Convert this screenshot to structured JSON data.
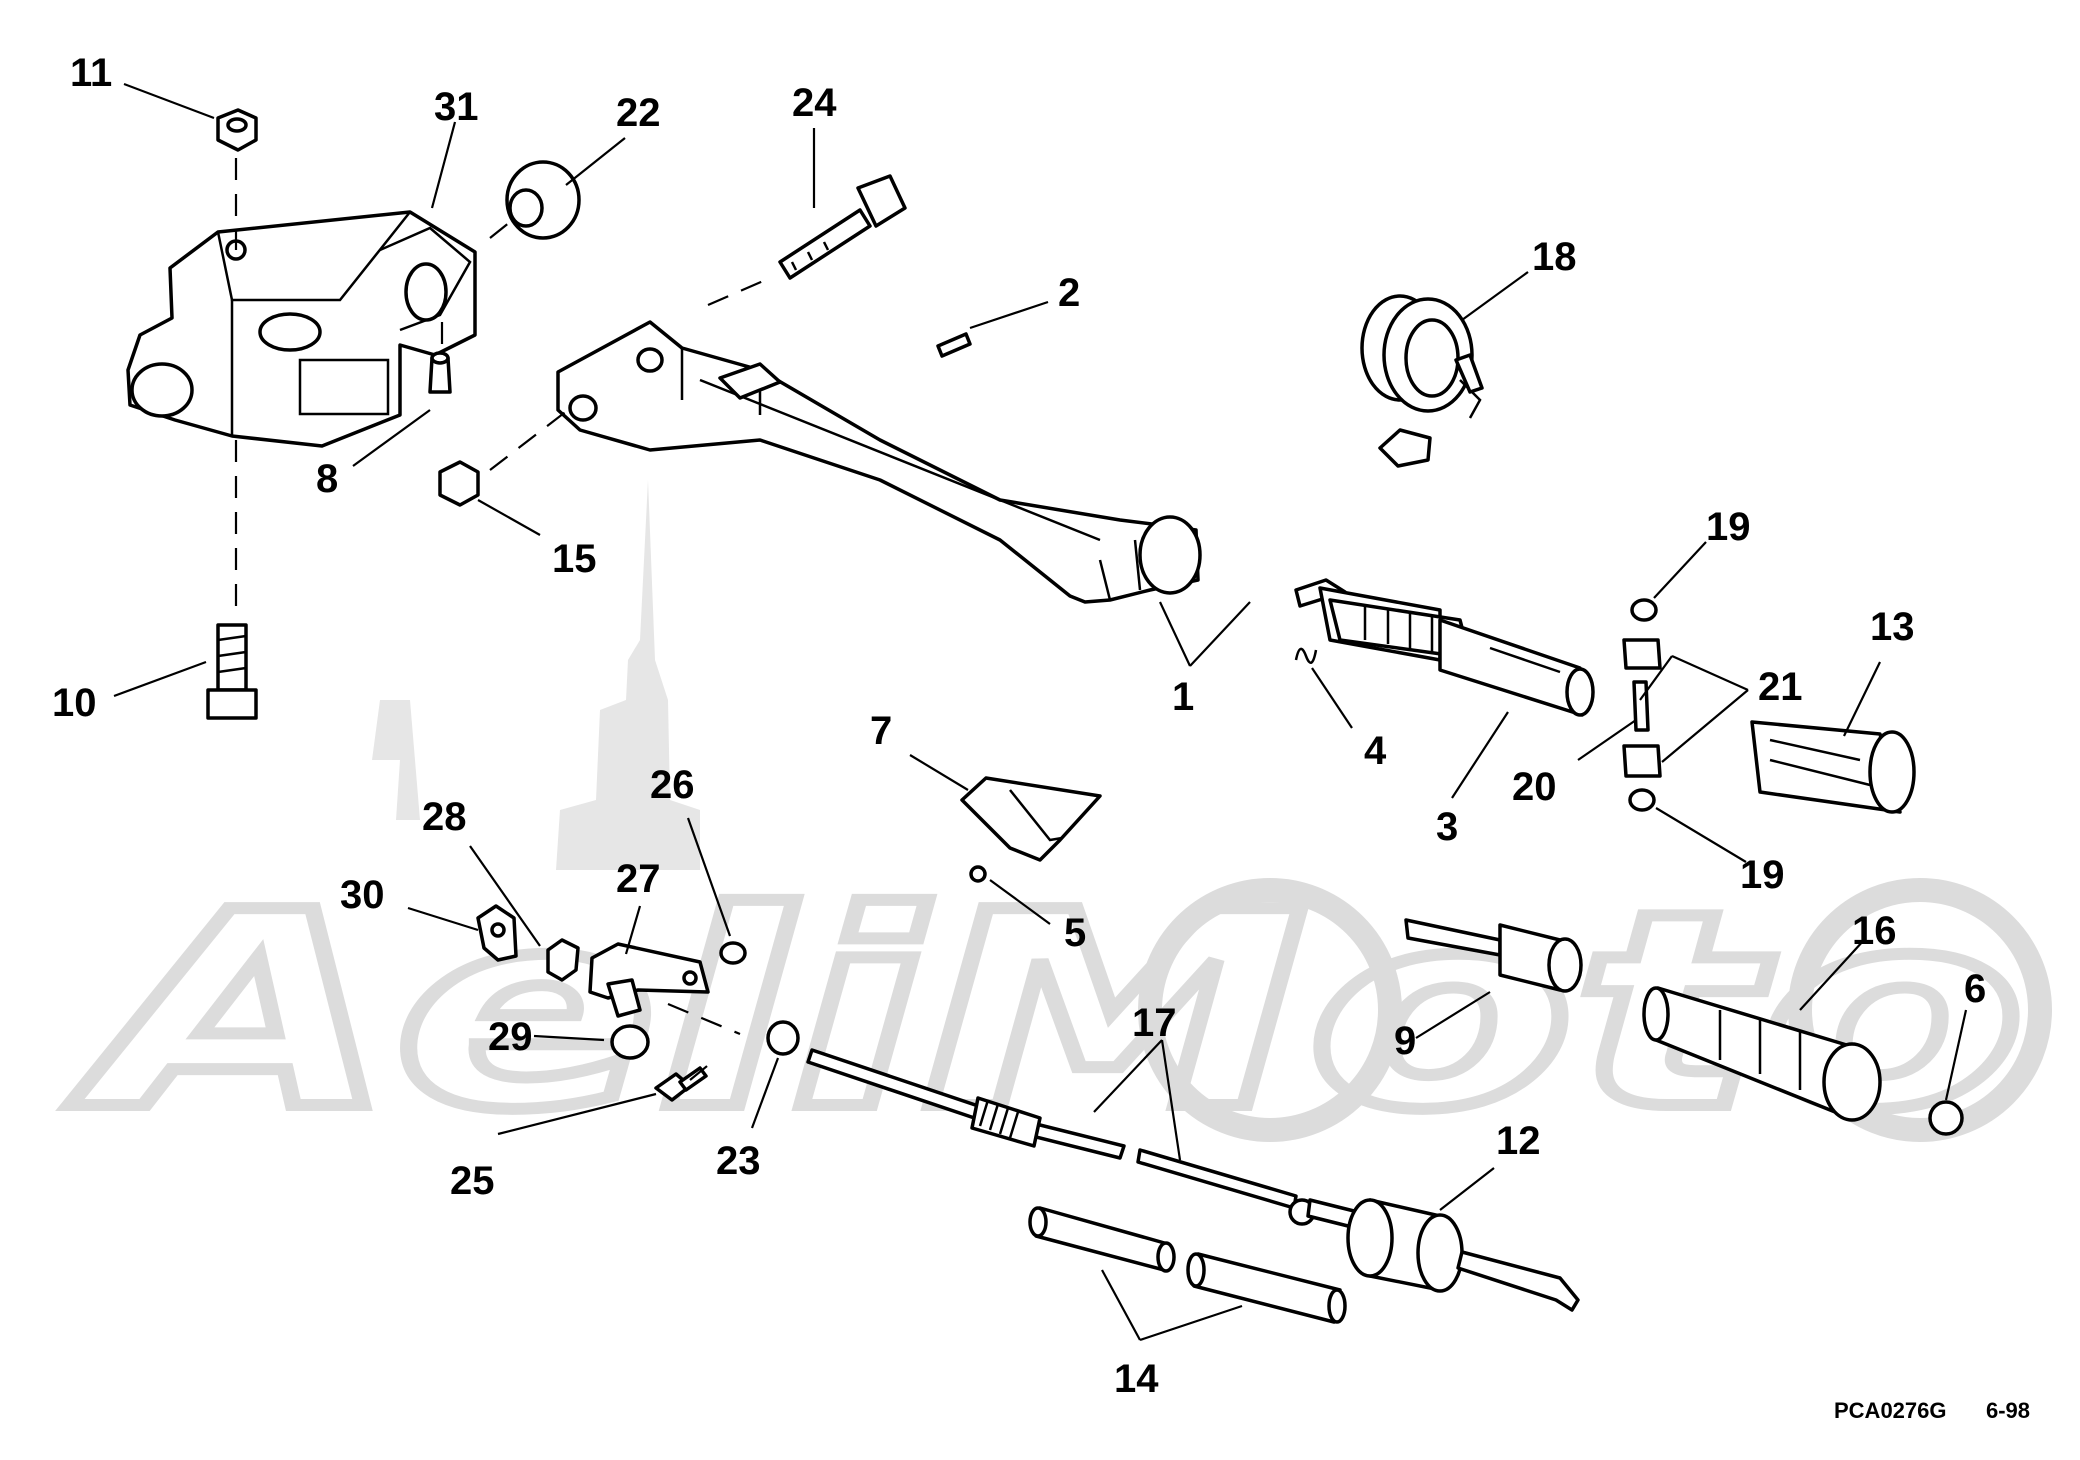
{
  "callouts": {
    "c1": "1",
    "c2": "2",
    "c3": "3",
    "c4": "4",
    "c5": "5",
    "c6": "6",
    "c7": "7",
    "c8": "8",
    "c9": "9",
    "c10": "10",
    "c11": "11",
    "c12": "12",
    "c13": "13",
    "c14": "14",
    "c15": "15",
    "c16": "16",
    "c17": "17",
    "c18": "18",
    "c19a": "19",
    "c19b": "19",
    "c20": "20",
    "c21": "21",
    "c22": "22",
    "c23": "23",
    "c24": "24",
    "c25": "25",
    "c26": "26",
    "c27": "27",
    "c28": "28",
    "c29": "29",
    "c30": "30",
    "c31": "31"
  },
  "footer": {
    "code": "PCA0276G",
    "date": "6-98"
  },
  "watermark": {
    "text": "AeliMoto"
  },
  "colors": {
    "line": "#000000",
    "watermark": "#dcdcdc",
    "background": "#ffffff"
  }
}
